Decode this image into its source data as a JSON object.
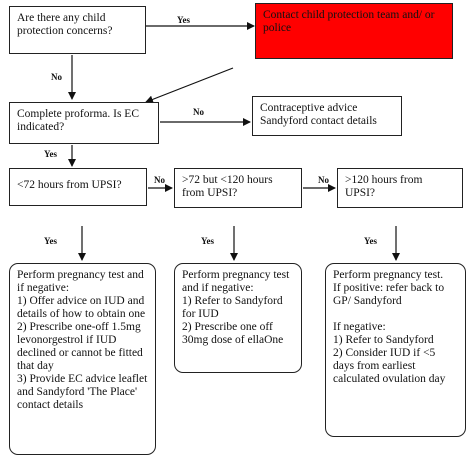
{
  "nodes": {
    "concerns": "Are there any child protection concerns?",
    "contact_protection": "Contact child protection team and/ or police",
    "proforma": "Complete proforma. Is EC indicated?",
    "contraceptive": "Contraceptive advice Sandyford contact details",
    "lt72": "<72 hours from UPSI?",
    "mid": ">72 but <120 hours from UPSI?",
    "gt120": ">120 hours from UPSI?",
    "action_lt72": "Perform pregnancy test and if negative:\n1) Offer advice on IUD and details of how to obtain one\n2) Prescribe one-off 1.5mg levonorgestrol if IUD declined or cannot be fitted that day\n3) Provide EC advice leaflet and Sandyford 'The Place' contact details",
    "action_mid": "Perform pregnancy test and if negative:\n1) Refer to Sandyford for IUD\n2) Prescribe one off 30mg dose of ellaOne",
    "action_gt120": "Perform pregnancy test.\nIf positive: refer back to GP/ Sandyford\n\nIf negative:\n1) Refer to Sandyford\n2) Consider IUD if <5 days from earliest calculated ovulation day"
  },
  "edge_labels": {
    "concerns_yes": "Yes",
    "concerns_no": "No",
    "proforma_no": "No",
    "proforma_yes": "Yes",
    "lt72_no": "No",
    "mid_no": "No",
    "lt72_yes": "Yes",
    "mid_yes": "Yes",
    "gt120_yes": "Yes"
  },
  "colors": {
    "alert_fill": "#ff0000",
    "stroke": "#222222"
  }
}
